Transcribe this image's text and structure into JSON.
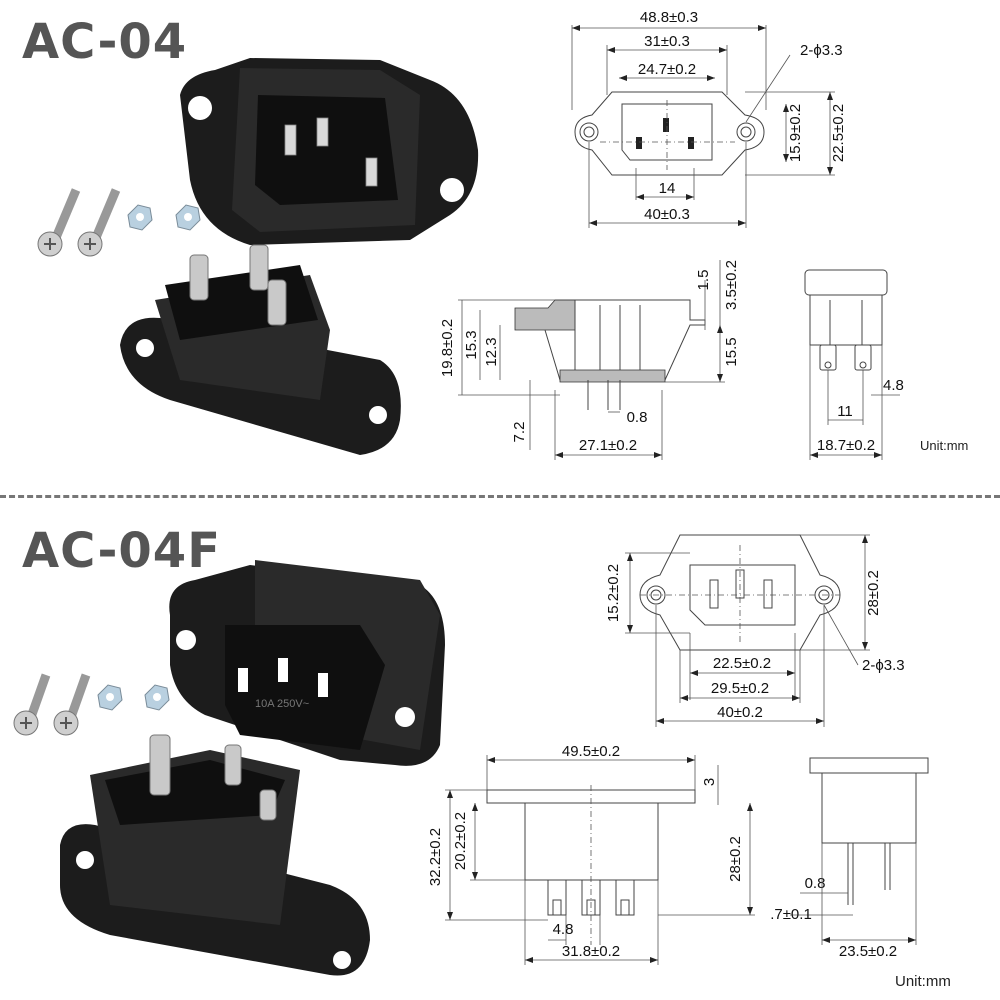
{
  "top": {
    "model": "AC-04",
    "unit": "Unit:mm",
    "front_view": {
      "overall_width": "48.8±0.3",
      "inner_width": "31±0.3",
      "cutout_width": "24.7±0.2",
      "hole_label": "2-ϕ3.3",
      "hole_spacing": "40±0.3",
      "pin_spacing": "14",
      "inner_height": "15.9±0.2",
      "outer_height": "22.5±0.2"
    },
    "side_view": {
      "top_a": "1.5",
      "top_b": "3.5±0.2",
      "depth": "15.5",
      "height_total": "19.8±0.2",
      "height_mid": "15.3",
      "height_inner": "12.3",
      "tail": "7.2",
      "pin_thick": "0.8",
      "length": "27.1±0.2"
    },
    "end_view": {
      "tab_width": "4.8",
      "tab_spacing": "11",
      "width": "18.7±0.2"
    }
  },
  "bottom": {
    "model": "AC-04F",
    "unit": "Unit:mm",
    "front_view": {
      "left_height": "15.2±0.2",
      "right_height": "28±0.2",
      "cutout_width": "22.5±0.2",
      "inner_width": "29.5±0.2",
      "hole_spacing": "40±0.2",
      "hole_label": "2-ϕ3.3",
      "socket_text": "10A 250V~"
    },
    "side_view": {
      "overall_width": "49.5±0.2",
      "flange": "3",
      "height_total": "32.2±0.2",
      "height_inner": "20.2±0.2",
      "height_right": "28±0.2",
      "tab_width": "4.8",
      "bottom_width": "31.8±0.2"
    },
    "end_view": {
      "pin_thick": "0.8",
      "offset": ".7±0.1",
      "width": "23.5±0.2"
    }
  }
}
